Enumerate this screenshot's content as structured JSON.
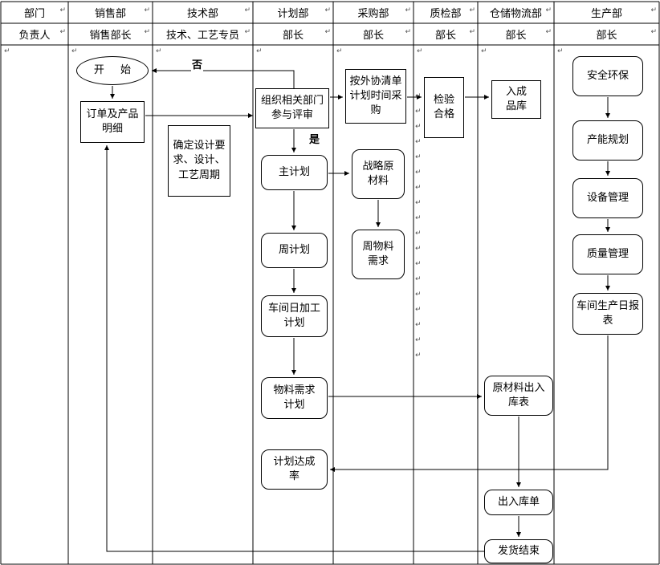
{
  "table": {
    "corner": {
      "row1": "部门",
      "row2": "负责人"
    },
    "columns": [
      {
        "dept": "销售部",
        "owner": "销售部长"
      },
      {
        "dept": "技术部",
        "owner": "技术、工艺专员"
      },
      {
        "dept": "计划部",
        "owner": "部长"
      },
      {
        "dept": "采购部",
        "owner": "部长"
      },
      {
        "dept": "质检部",
        "owner": "部长"
      },
      {
        "dept": "仓储物流部",
        "owner": "部长"
      },
      {
        "dept": "生产部",
        "owner": "部长"
      }
    ]
  },
  "nodes": {
    "start": "开 始",
    "order_detail": "订单及产品明细",
    "design_req": "确定设计要求、设计、工艺周期",
    "review": "组织相关部门参与评审",
    "master_plan": "主计划",
    "week_plan": "周计划",
    "daily_plan": "车间日加工计划",
    "material_plan": "物料需求计划",
    "achievement": "计划达成率",
    "outsource_purchase": "按外协清单计划时间采购",
    "strategic_material": "战略原材料",
    "weekly_material": "周物料需求",
    "inspection": "检验合格",
    "finished_store": "入成品库",
    "raw_io_table": "原材料出入库表",
    "io_order": "出入库单",
    "ship_end": "发货结束",
    "safety": "安全环保",
    "capacity": "产能规划",
    "equipment": "设备管理",
    "quality": "质量管理",
    "daily_report": "车间生产日报表"
  },
  "labels": {
    "no": "否",
    "yes": "是"
  },
  "marks": {
    "pilcrow": "↵",
    "qc_stack_count": 18
  }
}
